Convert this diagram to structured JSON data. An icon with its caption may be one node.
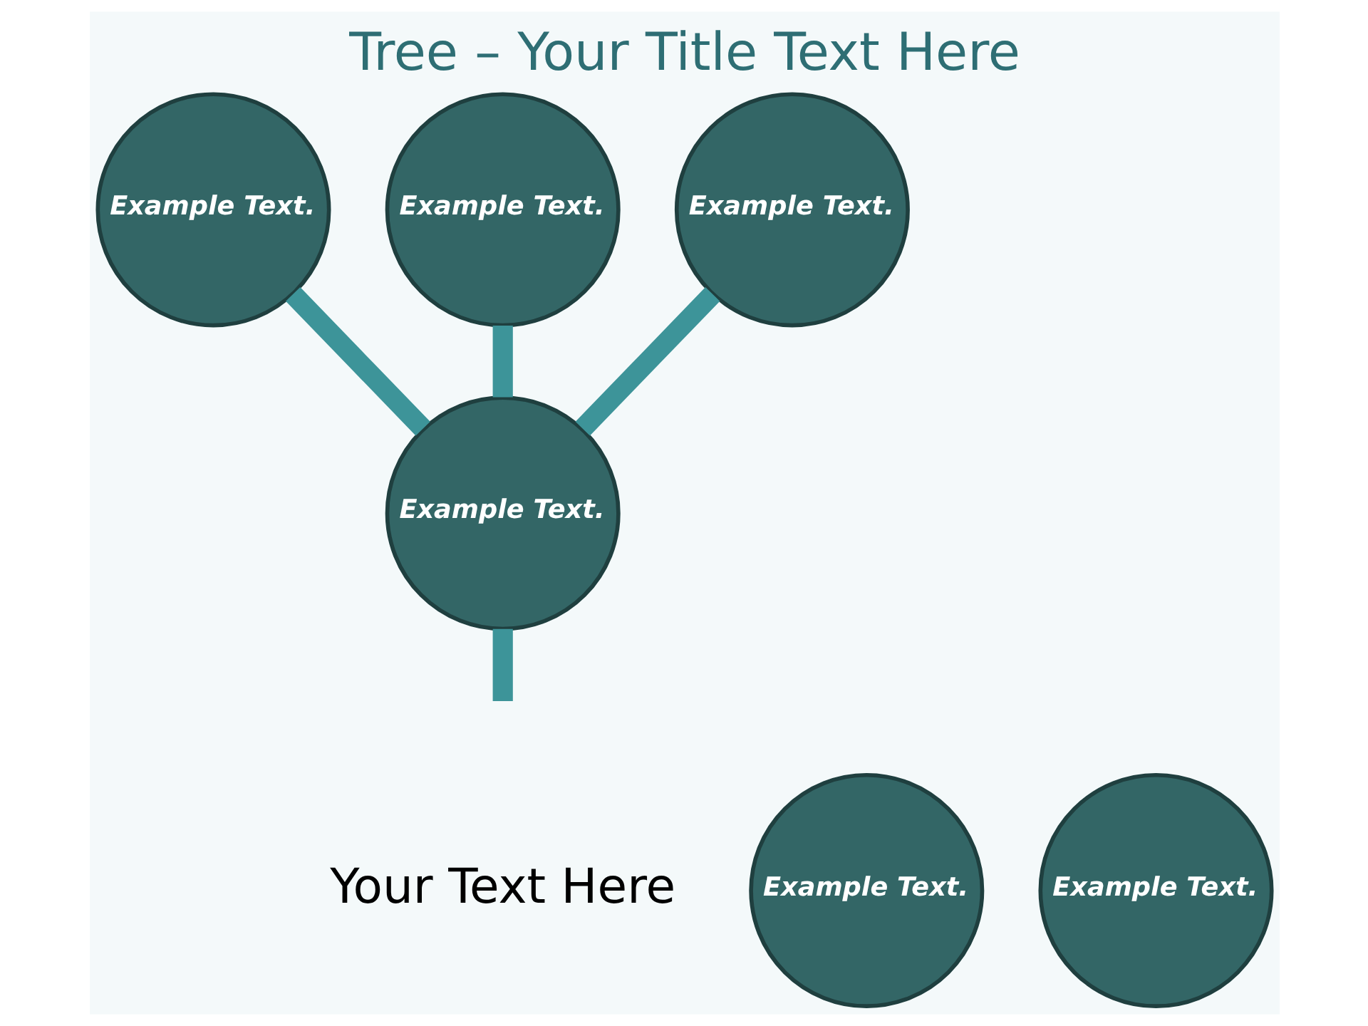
{
  "diagram": {
    "title": "Tree – Your Title Text Here",
    "caption": "Your Text Here",
    "nodes": [
      {
        "text": [
          "Example Text."
        ]
      },
      {
        "text": [
          "Example Text."
        ]
      },
      {
        "text": [
          "Example Text."
        ]
      },
      {
        "text": [
          "Example Text."
        ]
      },
      {
        "text": [
          "Example Text."
        ]
      },
      {
        "text": [
          "Example Text."
        ]
      }
    ],
    "edges": [
      {
        "from": 5,
        "to": 0,
        "arrow": "none"
      },
      {
        "from": 5,
        "to": 1,
        "arrow": "none"
      },
      {
        "from": 5,
        "to": 2,
        "arrow": "none"
      },
      {
        "from": null,
        "to": 5,
        "arrow": "none"
      }
    ]
  }
}
